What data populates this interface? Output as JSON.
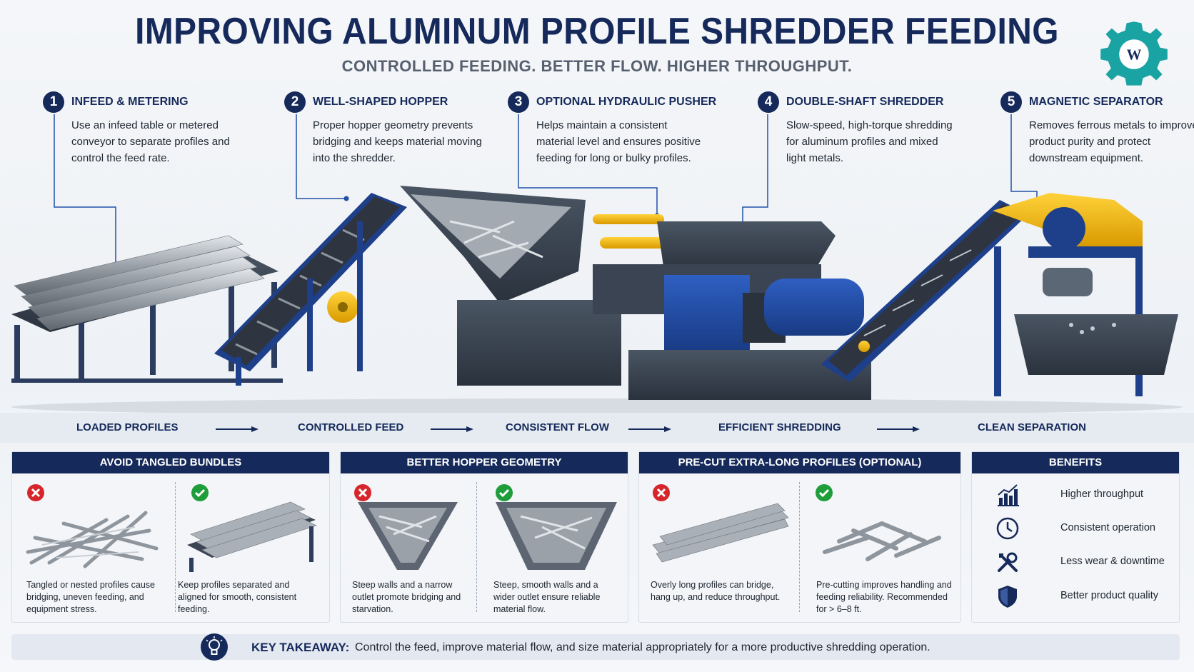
{
  "header": {
    "title": "IMPROVING ALUMINUM PROFILE SHREDDER FEEDING",
    "subtitle": "CONTROLLED FEEDING. BETTER FLOW. HIGHER THROUGHPUT."
  },
  "steps": [
    {
      "num": "1",
      "title": "INFEED & METERING",
      "text": "Use an infeed table or metered conveyor to separate profiles and control the feed rate."
    },
    {
      "num": "2",
      "title": "WELL-SHAPED HOPPER",
      "text": "Proper hopper geometry prevents bridging and keeps material moving into the shredder."
    },
    {
      "num": "3",
      "title": "OPTIONAL HYDRAULIC PUSHER",
      "text": "Helps maintain a consistent material level and ensures positive feeding for long or bulky profiles."
    },
    {
      "num": "4",
      "title": "DOUBLE-SHAFT SHREDDER",
      "text": "Slow-speed, high-torque shredding for aluminum profiles and mixed light metals."
    },
    {
      "num": "5",
      "title": "MAGNETIC SEPARATOR",
      "text": "Removes ferrous metals to improve product purity and protect downstream equipment."
    }
  ],
  "flow": [
    "LOADED PROFILES",
    "CONTROLLED FEED",
    "CONSISTENT FLOW",
    "EFFICIENT SHREDDING",
    "CLEAN SEPARATION"
  ],
  "panels": {
    "tangled": {
      "title": "AVOID TANGLED BUNDLES",
      "bad": "Tangled or nested profiles cause bridging, uneven feeding, and equipment stress.",
      "good": "Keep profiles separated and aligned for smooth, consistent feeding."
    },
    "hopper": {
      "title": "BETTER HOPPER GEOMETRY",
      "bad": "Steep walls and a narrow outlet promote bridging and starvation.",
      "good": "Steep, smooth walls and a wider outlet ensure reliable material flow."
    },
    "precut": {
      "title": "PRE-CUT EXTRA-LONG PROFILES (OPTIONAL)",
      "bad": "Overly long profiles can bridge, hang up, and reduce throughput.",
      "good": "Pre-cutting improves handling and feeding reliability. Recommended for > 6–8 ft."
    },
    "benefits": {
      "title": "BENEFITS",
      "items": [
        {
          "icon": "bar-chart-icon",
          "label": "Higher throughput"
        },
        {
          "icon": "clock-icon",
          "label": "Consistent operation"
        },
        {
          "icon": "tools-icon",
          "label": "Less wear & downtime"
        },
        {
          "icon": "shield-icon",
          "label": "Better product quality"
        }
      ]
    }
  },
  "takeaway": {
    "label": "KEY TAKEAWAY:",
    "text": "Control the feed, improve material flow, and size material appropriately for a more productive shredding operation."
  },
  "colors": {
    "navy": "#15295a",
    "blue": "#1f4fa8",
    "yellow": "#f2b705",
    "red": "#d6262b",
    "green": "#1f9d3a",
    "teal": "#1aa3a3"
  }
}
